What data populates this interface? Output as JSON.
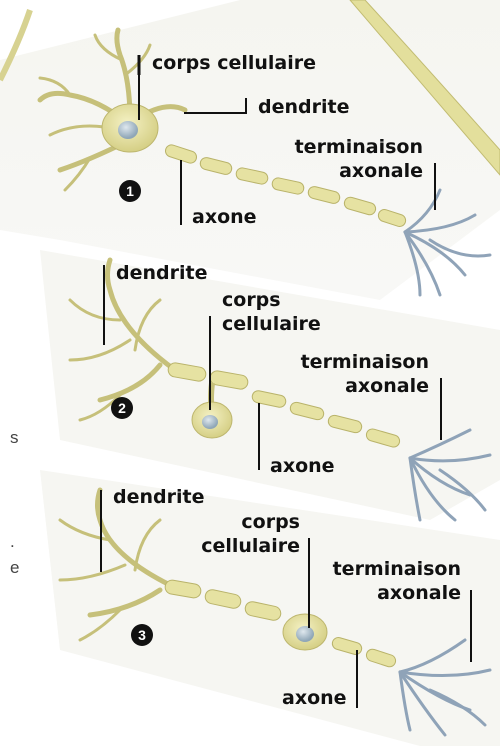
{
  "neurons": [
    {
      "number": "1",
      "labels": {
        "cell_body": "corps cellulaire",
        "dendrite": "dendrite",
        "axon_terminal": "terminaison axonale",
        "axon": "axone"
      }
    },
    {
      "number": "2",
      "labels": {
        "dendrite": "dendrite",
        "cell_body": "corps cellulaire",
        "axon_terminal": "terminaison axonale",
        "axon": "axone"
      }
    },
    {
      "number": "3",
      "labels": {
        "dendrite": "dendrite",
        "cell_body": "corps cellulaire",
        "axon_terminal": "terminaison axonale",
        "axon": "axone"
      }
    }
  ],
  "edge_fragments": [
    "s",
    ".",
    "e"
  ],
  "colors": {
    "neuron_fill": "#e6e2a2",
    "neuron_stroke": "#b9b36a",
    "terminal": "#8fa3b8",
    "nucleus": "#9fb3c2"
  }
}
